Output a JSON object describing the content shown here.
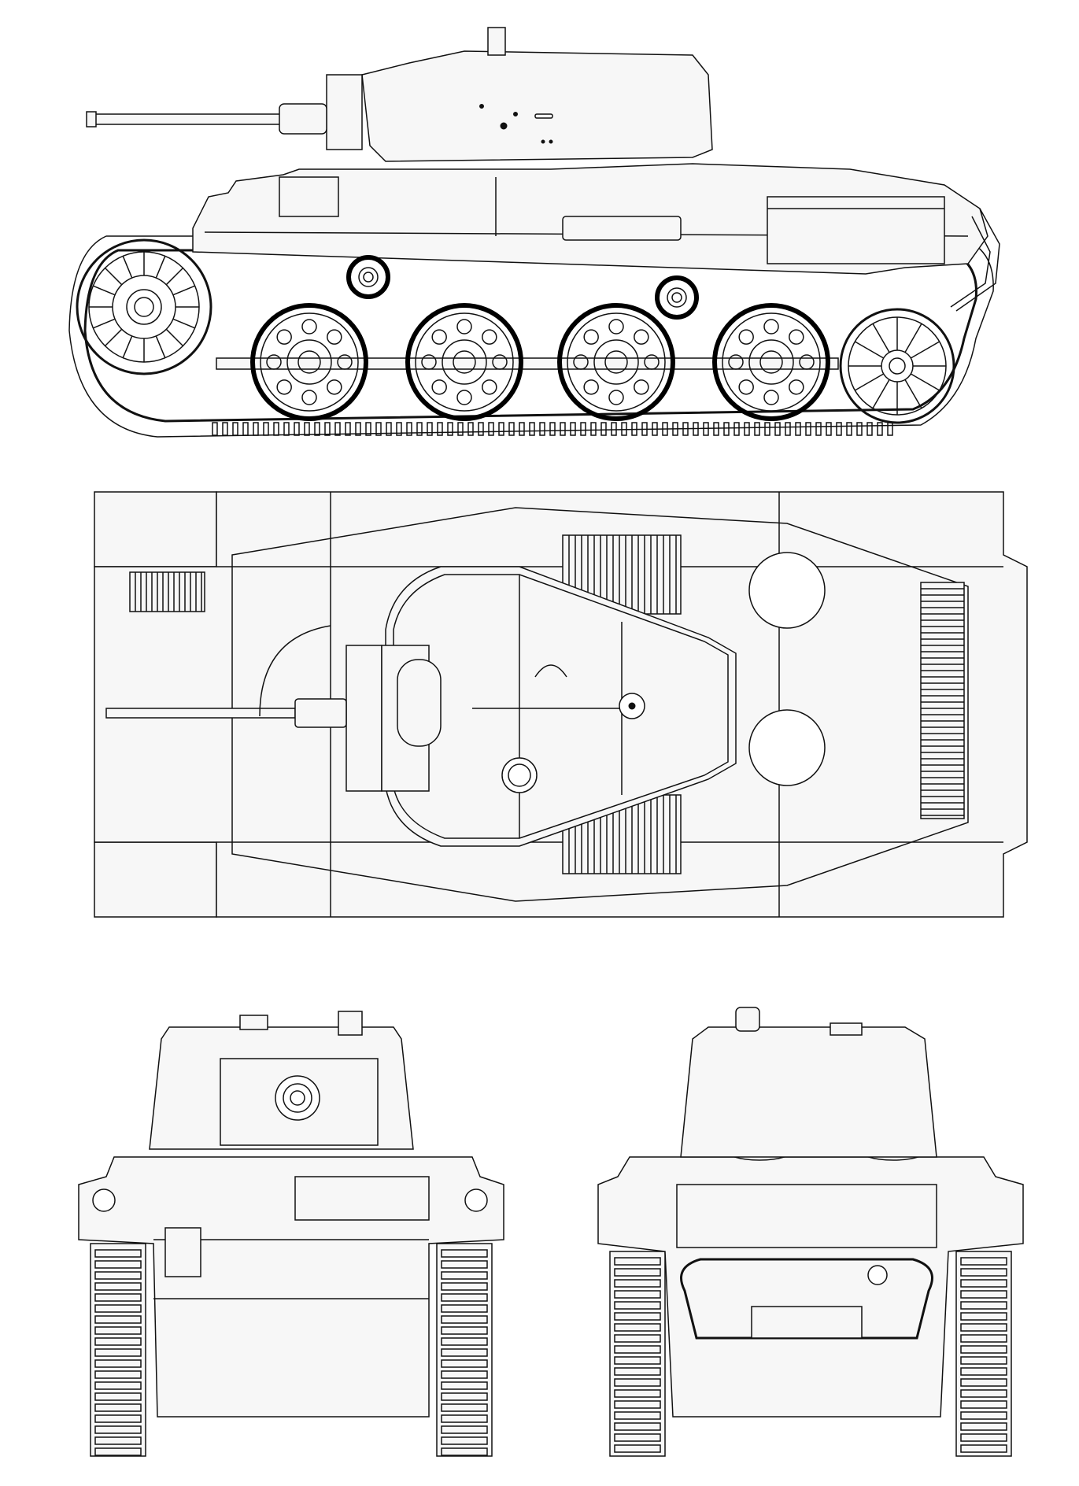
{
  "drawing": {
    "subject": "",
    "views": [
      {
        "id": "side",
        "label": ""
      },
      {
        "id": "top",
        "label": ""
      },
      {
        "id": "front",
        "label": ""
      },
      {
        "id": "rear",
        "label": ""
      }
    ]
  },
  "colors": {
    "line": "#111111",
    "fill": "#f7f7f7",
    "background": "#ffffff"
  },
  "side_view": {
    "road_wheels": 4,
    "return_rollers": 2
  }
}
